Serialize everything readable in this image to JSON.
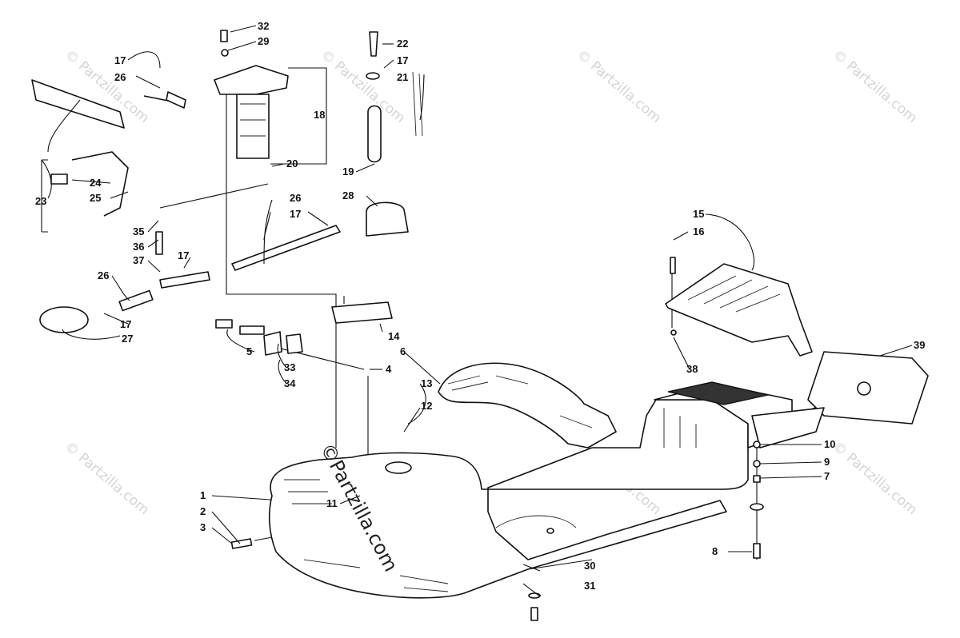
{
  "watermark": {
    "text": "© Partzilla.com",
    "center_text": "©Partzilla.com"
  },
  "callouts": [
    "1",
    "2",
    "3",
    "4",
    "5",
    "6",
    "7",
    "8",
    "9",
    "10",
    "11",
    "12",
    "13",
    "14",
    "15",
    "16",
    "17",
    "17",
    "17",
    "17",
    "17",
    "18",
    "19",
    "20",
    "21",
    "22",
    "23",
    "24",
    "25",
    "26",
    "26",
    "26",
    "27",
    "28",
    "29",
    "30",
    "31",
    "32",
    "33",
    "34",
    "35",
    "36",
    "37",
    "38",
    "39"
  ],
  "colors": {
    "line": "#111111",
    "watermark": "#d4d4d4",
    "background": "#ffffff"
  }
}
